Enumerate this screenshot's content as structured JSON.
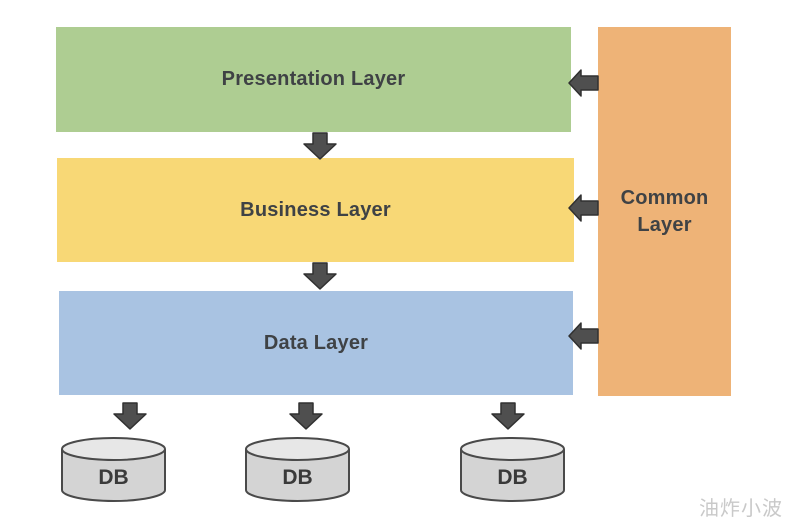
{
  "diagram": {
    "title": "layered-architecture",
    "layers": [
      {
        "id": "presentation",
        "label": "Presentation Layer",
        "color": "#aecd92"
      },
      {
        "id": "business",
        "label": "Business Layer",
        "color": "#f8d876"
      },
      {
        "id": "data",
        "label": "Data Layer",
        "color": "#a9c3e2"
      }
    ],
    "common_layer": {
      "label_line1": "Common",
      "label_line2": "Layer",
      "color": "#eeb377"
    },
    "databases": [
      {
        "label": "DB"
      },
      {
        "label": "DB"
      },
      {
        "label": "DB"
      }
    ],
    "arrows": {
      "fill": "#4f4f4f",
      "border": "#303030",
      "down_between_layers": 2,
      "left_from_common_layer": 3,
      "down_to_databases": 3
    },
    "db_style": {
      "fill": "#d4d4d4",
      "top_fill": "#e7e7e7",
      "border": "#4a4a4a"
    },
    "text_color": "#3f4245",
    "watermark": "油炸小波",
    "watermark_color": "#c9c9c9"
  }
}
